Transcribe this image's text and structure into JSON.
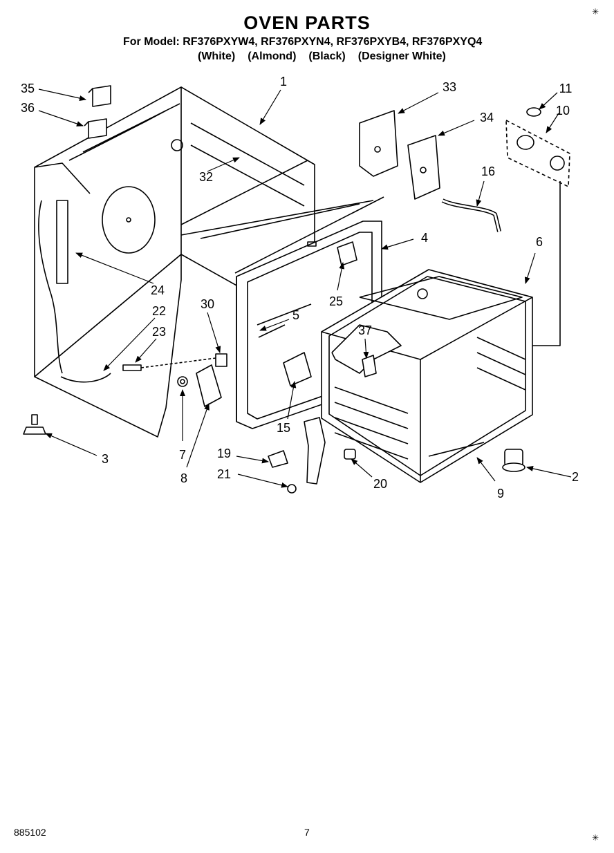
{
  "header": {
    "title": "OVEN PARTS",
    "model_line": "For Model: RF376PXYW4, RF376PXYN4, RF376PXYB4, RF376PXYQ4",
    "variants": [
      "(White)",
      "(Almond)",
      "(Black)",
      "(Designer White)"
    ]
  },
  "callouts": [
    "1",
    "2",
    "3",
    "4",
    "5",
    "6",
    "7",
    "8",
    "9",
    "10",
    "11",
    "15",
    "16",
    "19",
    "20",
    "21",
    "22",
    "23",
    "24",
    "25",
    "30",
    "32",
    "33",
    "34",
    "35",
    "36",
    "37"
  ],
  "footer": {
    "doc_number": "885102",
    "page_number": "7"
  }
}
